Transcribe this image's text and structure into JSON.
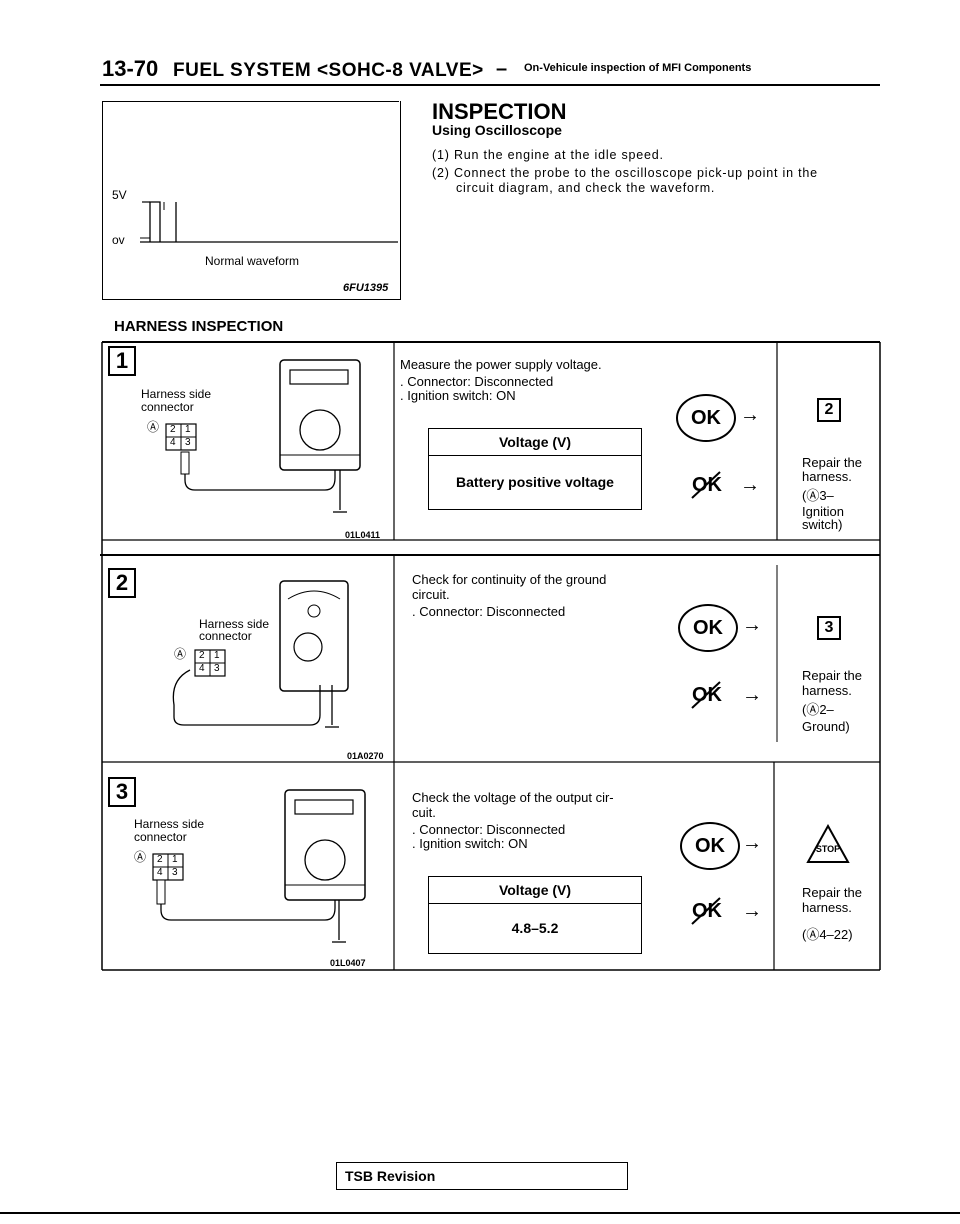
{
  "header": {
    "page_number": "13-70",
    "title": "FUEL SYSTEM <SOHC-8 VALVE>",
    "dash": "–",
    "subtitle": "On-Vehicule inspection of MFI Components"
  },
  "waveform": {
    "label_5v": "5V",
    "label_0v": "ov",
    "caption": "Normal waveform",
    "code": "6FU1395"
  },
  "inspection": {
    "title": "INSPECTION",
    "subtitle": "Using Oscilloscope",
    "steps": [
      "(1) Run the engine at the idle speed.",
      "(2) Connect the probe to the oscilloscope pick-up point in the",
      "circuit diagram, and check the waveform."
    ]
  },
  "harness_inspection": {
    "title": "HARNESS INSPECTION",
    "steps": [
      {
        "number": "1",
        "connector_label_1": "Harness side",
        "connector_label_2": "connector",
        "terminal_a": "Ⓐ",
        "pins": [
          "2",
          "1",
          "4",
          "3"
        ],
        "figure_code": "01L0411",
        "instruction": "Measure the power supply voltage.",
        "conditions": [
          ". Connector: Disconnected",
          ". Ignition switch: ON"
        ],
        "table_header": "Voltage (V)",
        "table_value": "Battery positive voltage",
        "ok_label": "OK",
        "ok_next": "2",
        "ng_label": "OK",
        "ng_result": [
          "Repair the",
          "harness.",
          "(Ⓐ3–",
          "Ignition",
          "switch)"
        ]
      },
      {
        "number": "2",
        "connector_label_1": "Harness side",
        "connector_label_2": "connector",
        "terminal_a": "Ⓐ",
        "pins": [
          "2",
          "1",
          "4",
          "3"
        ],
        "figure_code": "01A0270",
        "instruction_1": "Check for continuity of the ground",
        "instruction_2": "circuit.",
        "conditions": [
          ". Connector: Disconnected"
        ],
        "ok_label": "OK",
        "ok_next": "3",
        "ng_label": "OK",
        "ng_result": [
          "Repair the",
          "harness.",
          "(Ⓐ2–",
          "Ground)"
        ]
      },
      {
        "number": "3",
        "connector_label_1": "Harness side",
        "connector_label_2": "connector",
        "terminal_a": "Ⓐ",
        "pins": [
          "2",
          "1",
          "4",
          "3"
        ],
        "figure_code": "01L0407",
        "instruction_1": "Check the voltage of the output cir-",
        "instruction_2": "cuit.",
        "conditions": [
          ". Connector: Disconnected",
          ". Ignition switch: ON"
        ],
        "table_header": "Voltage (V)",
        "table_value": "4.8–5.2",
        "ok_label": "OK",
        "ok_next": "STOP",
        "ng_label": "OK",
        "ng_result": [
          "Repair the",
          "harness.",
          "(Ⓐ4–22)"
        ]
      }
    ]
  },
  "footer": {
    "label": "TSB Revision"
  }
}
